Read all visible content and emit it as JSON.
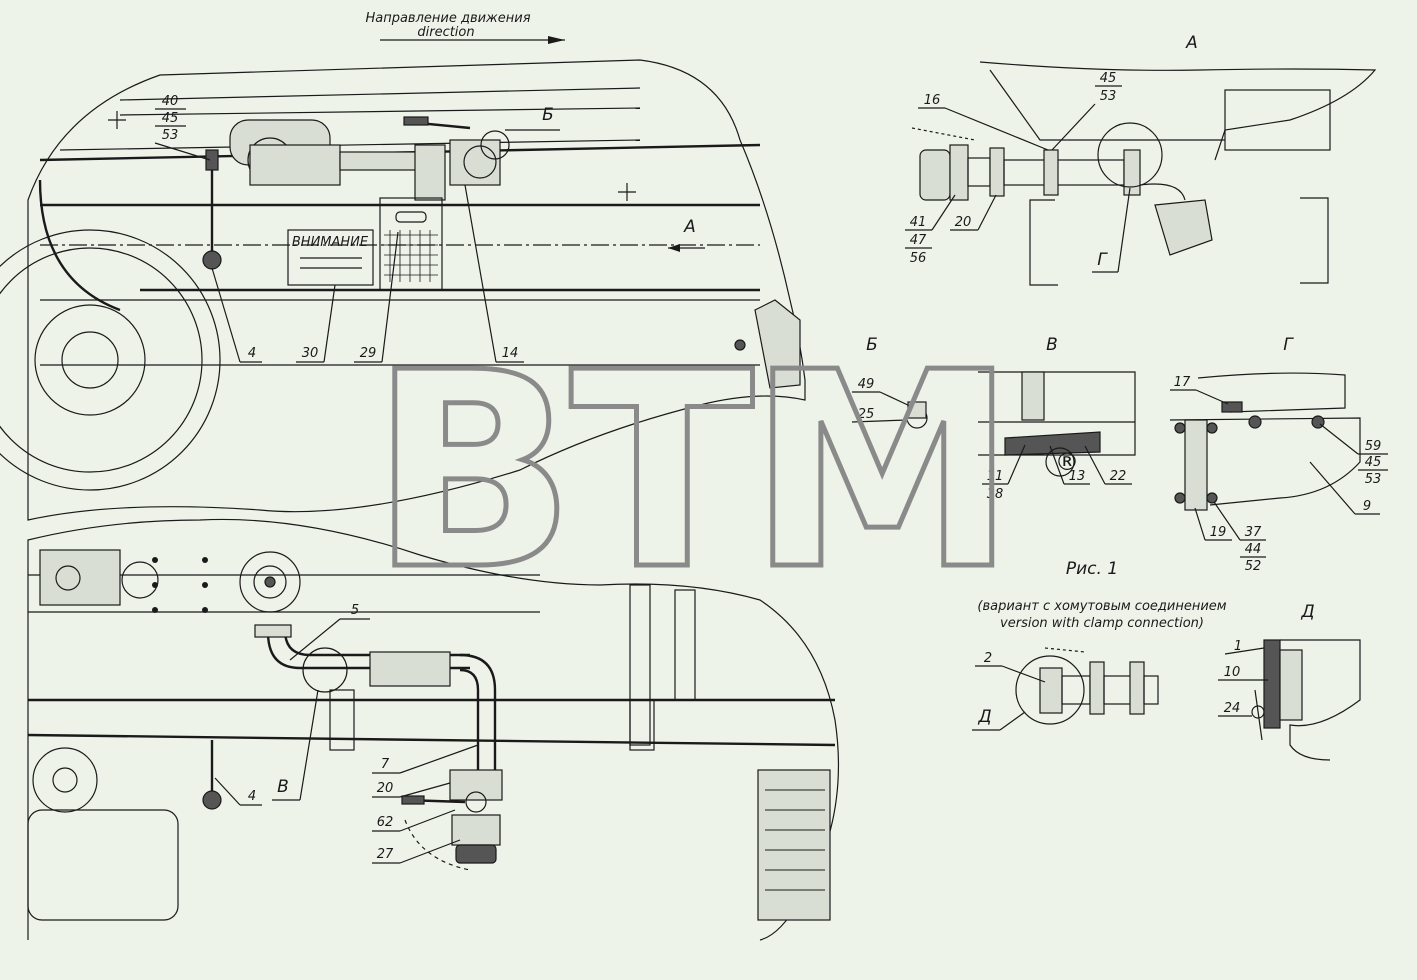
{
  "header": {
    "direction_ru": "Направление движения",
    "direction_en": "direction"
  },
  "views": {
    "A": "А",
    "B": "Б",
    "V": "В",
    "G": "Г",
    "D": "Д"
  },
  "figure_caption": "Рис. 1",
  "variant_note": {
    "ru": "(вариант с хомутовым соединением",
    "en": "version with clamp connection)"
  },
  "plate_text": "ВНИМАНИЕ",
  "watermark": {
    "text": "BTM",
    "mark": "®"
  },
  "callouts": {
    "main_top": [
      "40",
      "45",
      "53"
    ],
    "main_bottom": [
      "4",
      "30",
      "29",
      "14"
    ],
    "arrow_a": "А",
    "lower": [
      "5",
      "4",
      "7",
      "20",
      "62",
      "27"
    ],
    "lower_view": "В",
    "view_a": [
      "16",
      "45",
      "53",
      "41",
      "47",
      "56",
      "20"
    ],
    "view_a_g": "Г",
    "view_b": [
      "49",
      "25"
    ],
    "view_v": [
      "11",
      "38",
      "13",
      "22"
    ],
    "view_g": [
      "17",
      "59",
      "45",
      "53",
      "9",
      "19",
      "37",
      "44",
      "52"
    ],
    "variant": [
      "2"
    ],
    "variant_d": "Д",
    "view_d": [
      "1",
      "10",
      "24"
    ]
  },
  "colors": {
    "background": "#eef3ea",
    "line": "#1a1a1a",
    "watermark": "#8a8a8a"
  }
}
